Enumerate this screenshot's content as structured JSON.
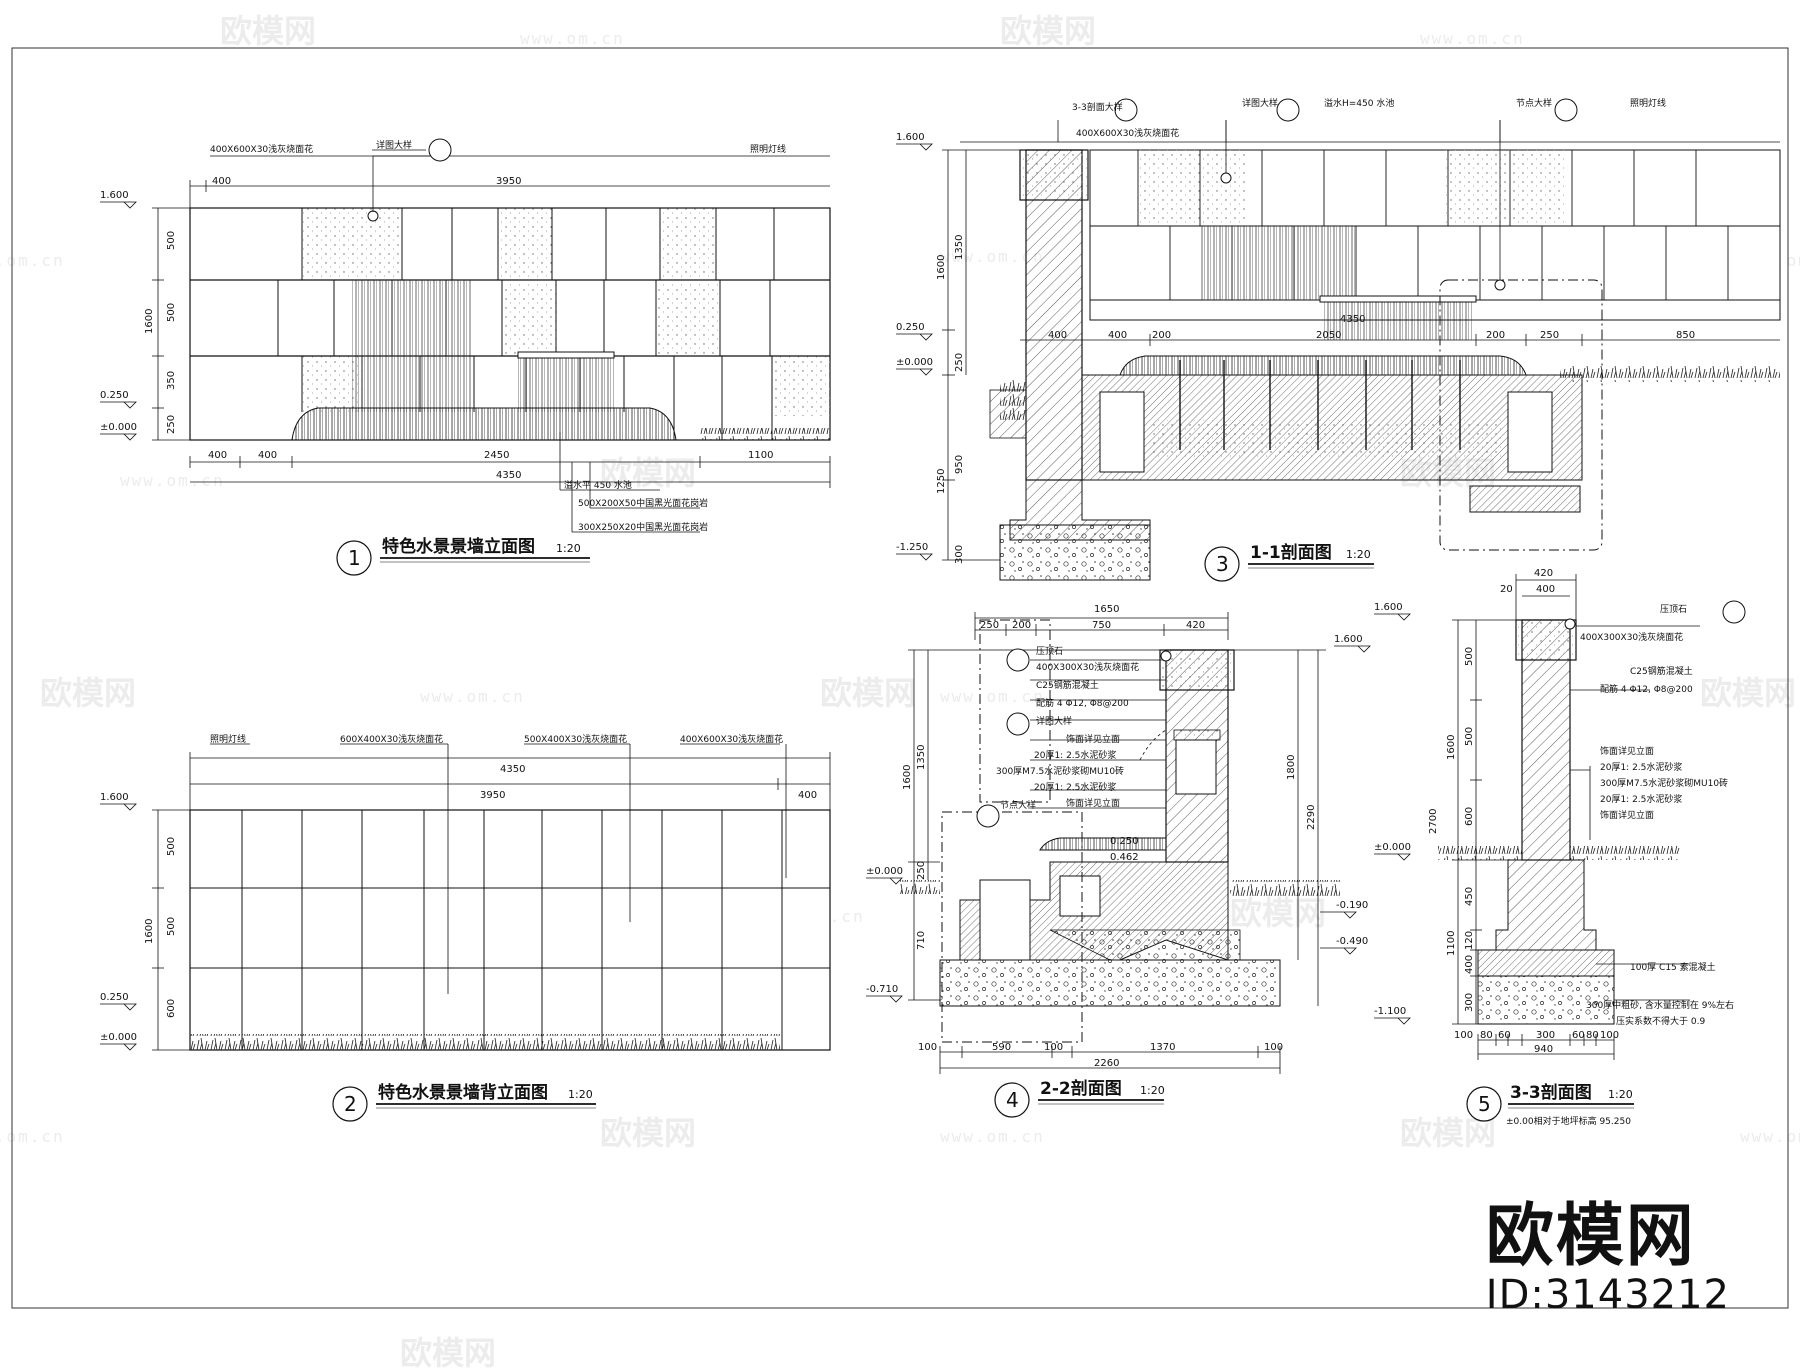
{
  "watermark": {
    "brand": "欧模网",
    "url": "www.om.cn",
    "id_label": "ID:3143212"
  },
  "views": {
    "v1": {
      "number": "1",
      "title": "特色水景景墙立面图",
      "scale": "1:20",
      "dims": {
        "top_400": "400",
        "top_3950": "3950",
        "h500": "500",
        "h1600": "1600",
        "h350": "350",
        "h250": "250",
        "b400a": "400",
        "b400b": "400",
        "b2450": "2450",
        "b1100": "1100",
        "total": "4350"
      },
      "levels": {
        "top": "1.600",
        "mid": "0.250",
        "zero": "±0.000"
      },
      "notes": {
        "stone": "400X600X30浅灰烧面花",
        "detail": "详图大样",
        "lamp": "照明灯线",
        "pool": "溢水平 450  水池",
        "stone_a": "500X200X50中国黑光面花岗岩",
        "stone_b": "300X250X20中国黑光面花岗岩"
      }
    },
    "v2": {
      "number": "2",
      "title": "特色水景景墙背立面图",
      "scale": "1:20",
      "dims": {
        "total": "4350",
        "w3950": "3950",
        "w400": "400",
        "h500": "500",
        "h1600": "1600",
        "h600": "600"
      },
      "levels": {
        "top": "1.600",
        "mid": "0.250",
        "zero": "±0.000"
      },
      "notes": {
        "lamp": "照明灯线",
        "stone1": "600X400X30浅灰烧面花",
        "stone2": "500X400X30浅灰烧面花",
        "stone3": "400X600X30浅灰烧面花"
      }
    },
    "v3": {
      "number": "3",
      "title": "1-1剖面图",
      "scale": "1:20",
      "dims": {
        "d400a": "400",
        "d400b": "400",
        "d200a": "200",
        "d2050": "2050",
        "d200b": "200",
        "d250": "250",
        "d850": "850",
        "h1350": "1350",
        "h1600": "1600",
        "h250": "250",
        "h950": "950",
        "h1250": "1250",
        "h300": "300",
        "w4350": "4350"
      },
      "levels": {
        "top": "1.600",
        "mid": "0.250",
        "zero": "±0.000",
        "low": "-1.250"
      },
      "notes": {
        "section": "3-3剖面大样",
        "stone": "400X600X30浅灰烧面花",
        "detail": "详图大样",
        "pool": "溢水H=450  水池",
        "node": "节点大样",
        "lamp": "照明灯线"
      }
    },
    "v4": {
      "number": "4",
      "title": "2-2剖面图",
      "scale": "1:20",
      "dims": {
        "top1650": "1650",
        "t250": "250",
        "t200": "200",
        "t750": "750",
        "t420": "420",
        "b100a": "100",
        "b590": "590",
        "b100b": "100",
        "b1370": "1370",
        "b100c": "100",
        "b2260": "2260",
        "l1350": "1350",
        "l1600": "1600",
        "l250": "250",
        "l710": "710",
        "r1800": "1800",
        "r2290": "2290"
      },
      "levels": {
        "top": "1.600",
        "zero": "±0.000",
        "low": "-0.710",
        "m250": "0.250",
        "m462": "0.462",
        "m190": "-0.190",
        "m490": "-0.490"
      },
      "notes": {
        "coping": "压顶石",
        "stone": "400X300X30浅灰烧面花",
        "concrete": "C25钢筋混凝土",
        "rebar": "配筋  4 Φ12, Φ8@200",
        "detail": "详图大样",
        "finish": "饰面详见立面",
        "mortar1": "20厚1: 2.5水泥砂浆",
        "brick": "300厚M7.5水泥砂浆砌MU10砖",
        "mortar2": "20厚1: 2.5水泥砂浆",
        "finish2": "饰面详见立面",
        "node": "节点大样"
      }
    },
    "v5": {
      "number": "5",
      "title": "3-3剖面图",
      "scale": "1:20",
      "dims": {
        "w420": "420",
        "w20": "20",
        "w400": "400",
        "h500": "500",
        "h1600": "1600",
        "h500b": "500",
        "h600": "600",
        "h2700": "2700",
        "h450": "450",
        "h1100": "1100",
        "h120": "120",
        "h400": "400",
        "h300": "300",
        "b100a": "100",
        "b80a": "80",
        "b60a": "60",
        "b300": "300",
        "b60b": "60",
        "b80b": "80",
        "b100b": "100",
        "b940": "940"
      },
      "levels": {
        "top": "1.600",
        "zero": "±0.000",
        "low": "-1.100"
      },
      "notes": {
        "coping": "压顶石",
        "stone": "400X300X30浅灰烧面花",
        "concrete": "C25钢筋混凝土",
        "rebar": "配筋  4 Φ12, Φ8@200",
        "finish": "饰面详见立面",
        "mortar1": "20厚1: 2.5水泥砂浆",
        "brick": "300厚M7.5水泥砂浆砌MU10砖",
        "mortar2": "20厚1: 2.5水泥砂浆",
        "finish2": "饰面详见立面",
        "c15": "100厚 C15 素混凝土",
        "gravel": "300厚中粗砂, 含水量控制在 9%左右",
        "compact": "压实系数不得大于 0.9",
        "datum": "±0.00相对于地坪标高 95.250"
      }
    }
  }
}
